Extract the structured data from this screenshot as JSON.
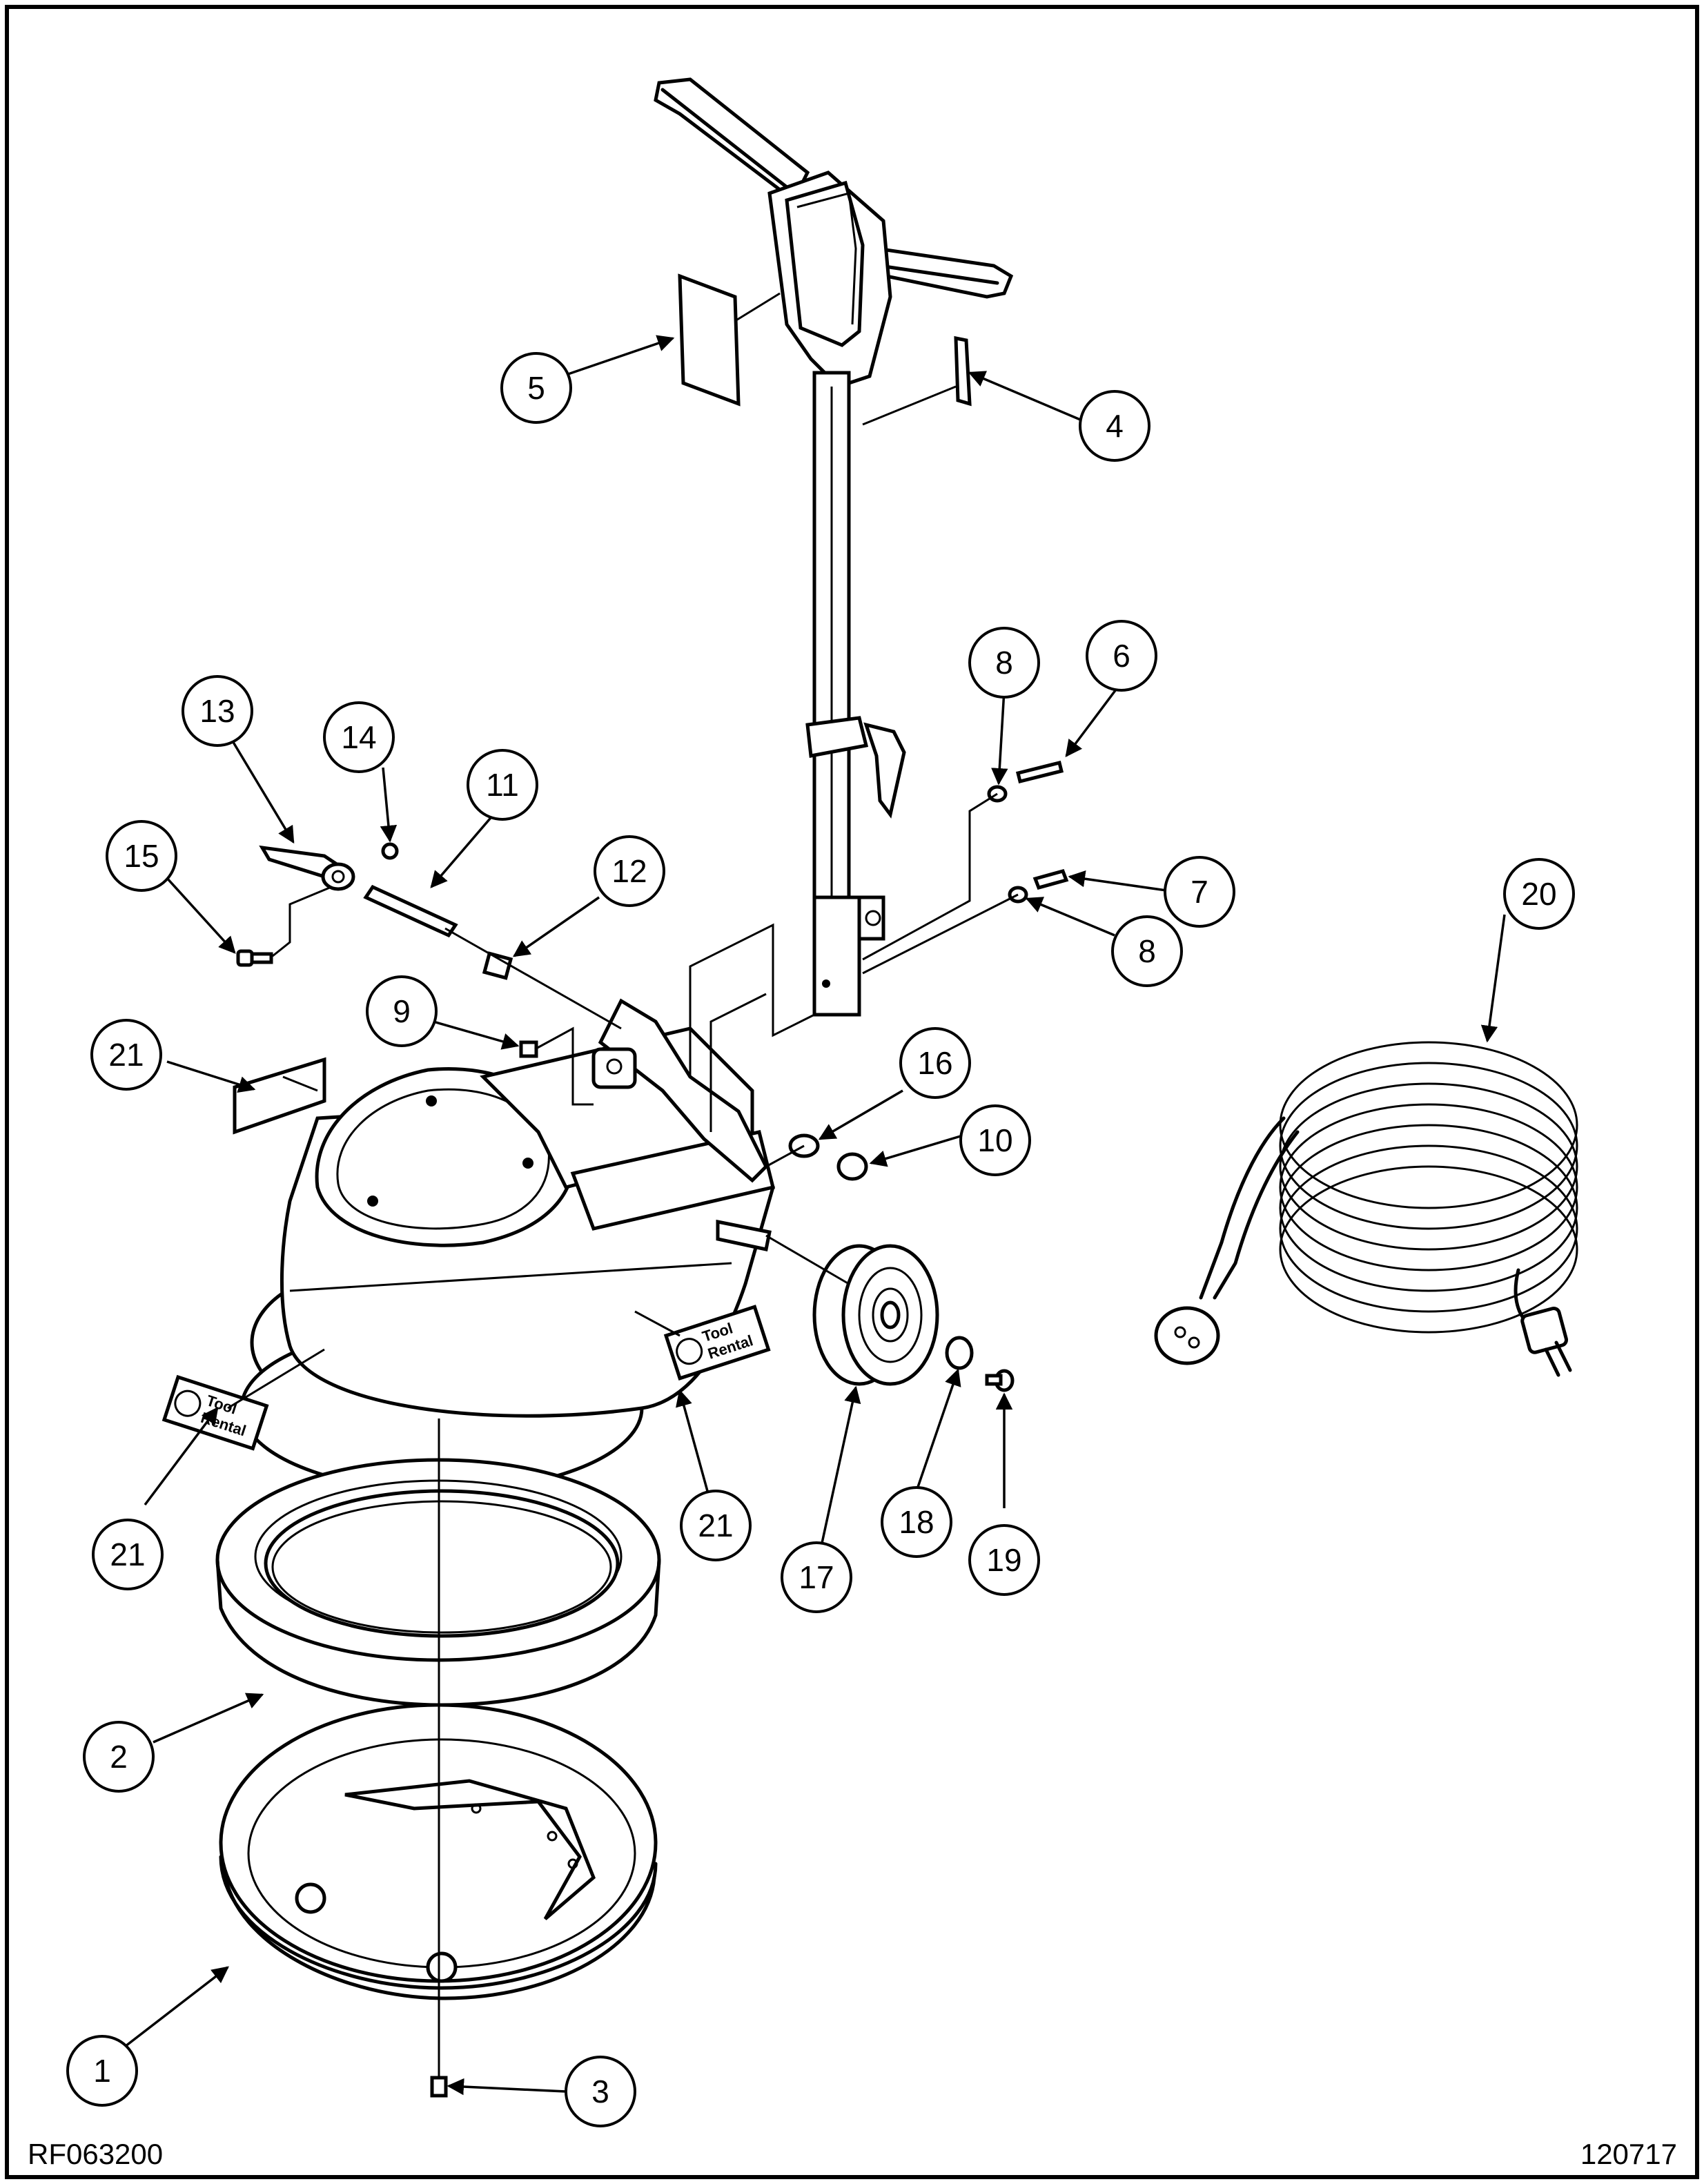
{
  "drawing_number": "RF063200",
  "revision_code": "120717",
  "decal_logo_text": [
    "Tool",
    "Rental"
  ],
  "callouts": [
    "1",
    "2",
    "3",
    "4",
    "5",
    "6",
    "7",
    "8",
    "8",
    "9",
    "10",
    "11",
    "12",
    "13",
    "14",
    "15",
    "16",
    "17",
    "18",
    "19",
    "20",
    "21",
    "21",
    "21"
  ]
}
